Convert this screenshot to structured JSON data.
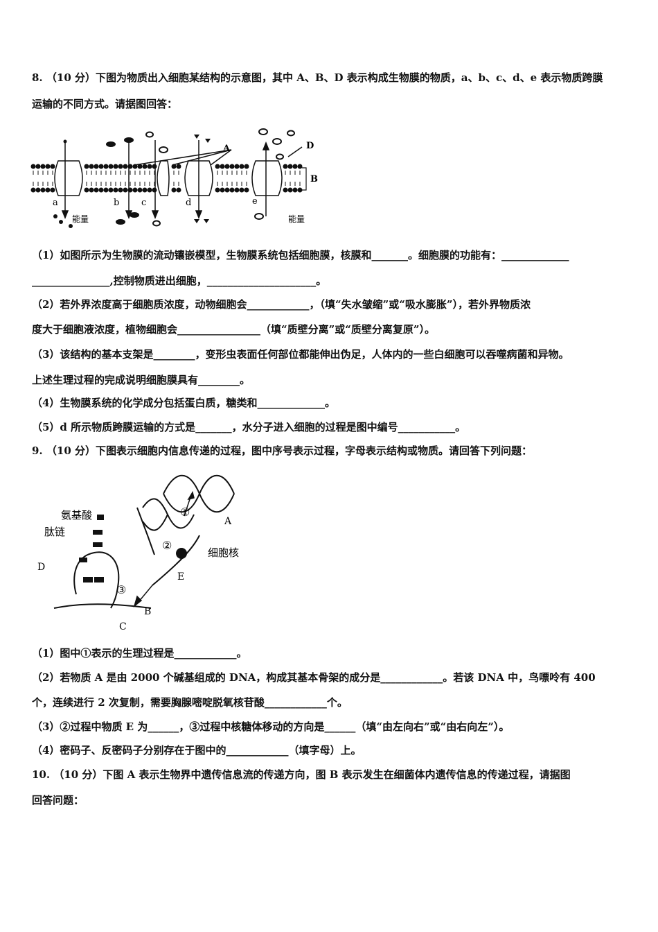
{
  "q8": {
    "stem_line1": "8. （10 分）下图为物质出入细胞某结构的示意图，其中 A、B、D 表示构成生物膜的物质，a、b、c、d、e 表示物质跨膜",
    "stem_line2": "运输的不同方式。请据图回答：",
    "figure": {
      "labels": {
        "A": "A",
        "B": "B",
        "D": "D",
        "a": "a",
        "b": "b",
        "c": "c",
        "d": "d",
        "e": "e",
        "energy1": "能量",
        "energy2": "能量"
      }
    },
    "sub1_line1": "（1）如图所示为生物膜的流动镶嵌模型，生物膜系统包括细胞膜，核膜和_______。细胞膜的功能有：_____________",
    "sub1_line2": "_______________,控制物质进出细胞，_____________________。",
    "sub2_line1": "（2）若外界浓度高于细胞质浓度，动物细胞会____________，（填“失水皱缩”或“吸水膨胀”），若外界物质浓",
    "sub2_line2": "度大于细胞液浓度，植物细胞会________________（填“质壁分离”或“质壁分离复原”）。",
    "sub3_line1": "（3）该结构的基本支架是________，变形虫表面任何部位都能伸出伪足，人体内的一些白细胞可以吞噬病菌和异物。",
    "sub3_line2": "上述生理过程的完成说明细胞膜具有________。",
    "sub4": "（4）生物膜系统的化学成分包括蛋白质，糖类和_____________。",
    "sub5": "（5）d 所示物质跨膜运输的方式是_______，水分子进入细胞的过程是图中编号___________。"
  },
  "q9": {
    "stem": "9. （10 分）下图表示细胞内信息传递的过程，图中序号表示过程，字母表示结构或物质。请回答下列问题：",
    "figure": {
      "labels": {
        "amino_acid": "氨基酸",
        "peptide": "肽链",
        "nucleus": "细胞核",
        "A": "A",
        "B": "B",
        "C": "C",
        "D": "D",
        "E": "E",
        "step1": "①",
        "step2": "②",
        "step3": "③"
      }
    },
    "sub1": "（1）图中①表示的生理过程是____________。",
    "sub2_line1": "（2）若物质 A 是由 2000 个碱基组成的 DNA，构成其基本骨架的成分是____________。若该 DNA 中，鸟嘌呤有 400",
    "sub2_line2": "个，连续进行 2 次复制，需要胸腺嘧啶脱氧核苷酸____________个。",
    "sub3": "（3）②过程中物质 E 为______，③过程中核糖体移动的方向是______（填“由左向右”或“由右向左”）。",
    "sub4": "（4）密码子、反密码子分别存在于图中的____________（填字母）上。"
  },
  "q10": {
    "stem_line1": "10. （10 分）下图 A 表示生物界中遗传信息流的传递方向，图 B 表示发生在细菌体内遗传信息的传递过程，请据图",
    "stem_line2": "回答问题："
  }
}
